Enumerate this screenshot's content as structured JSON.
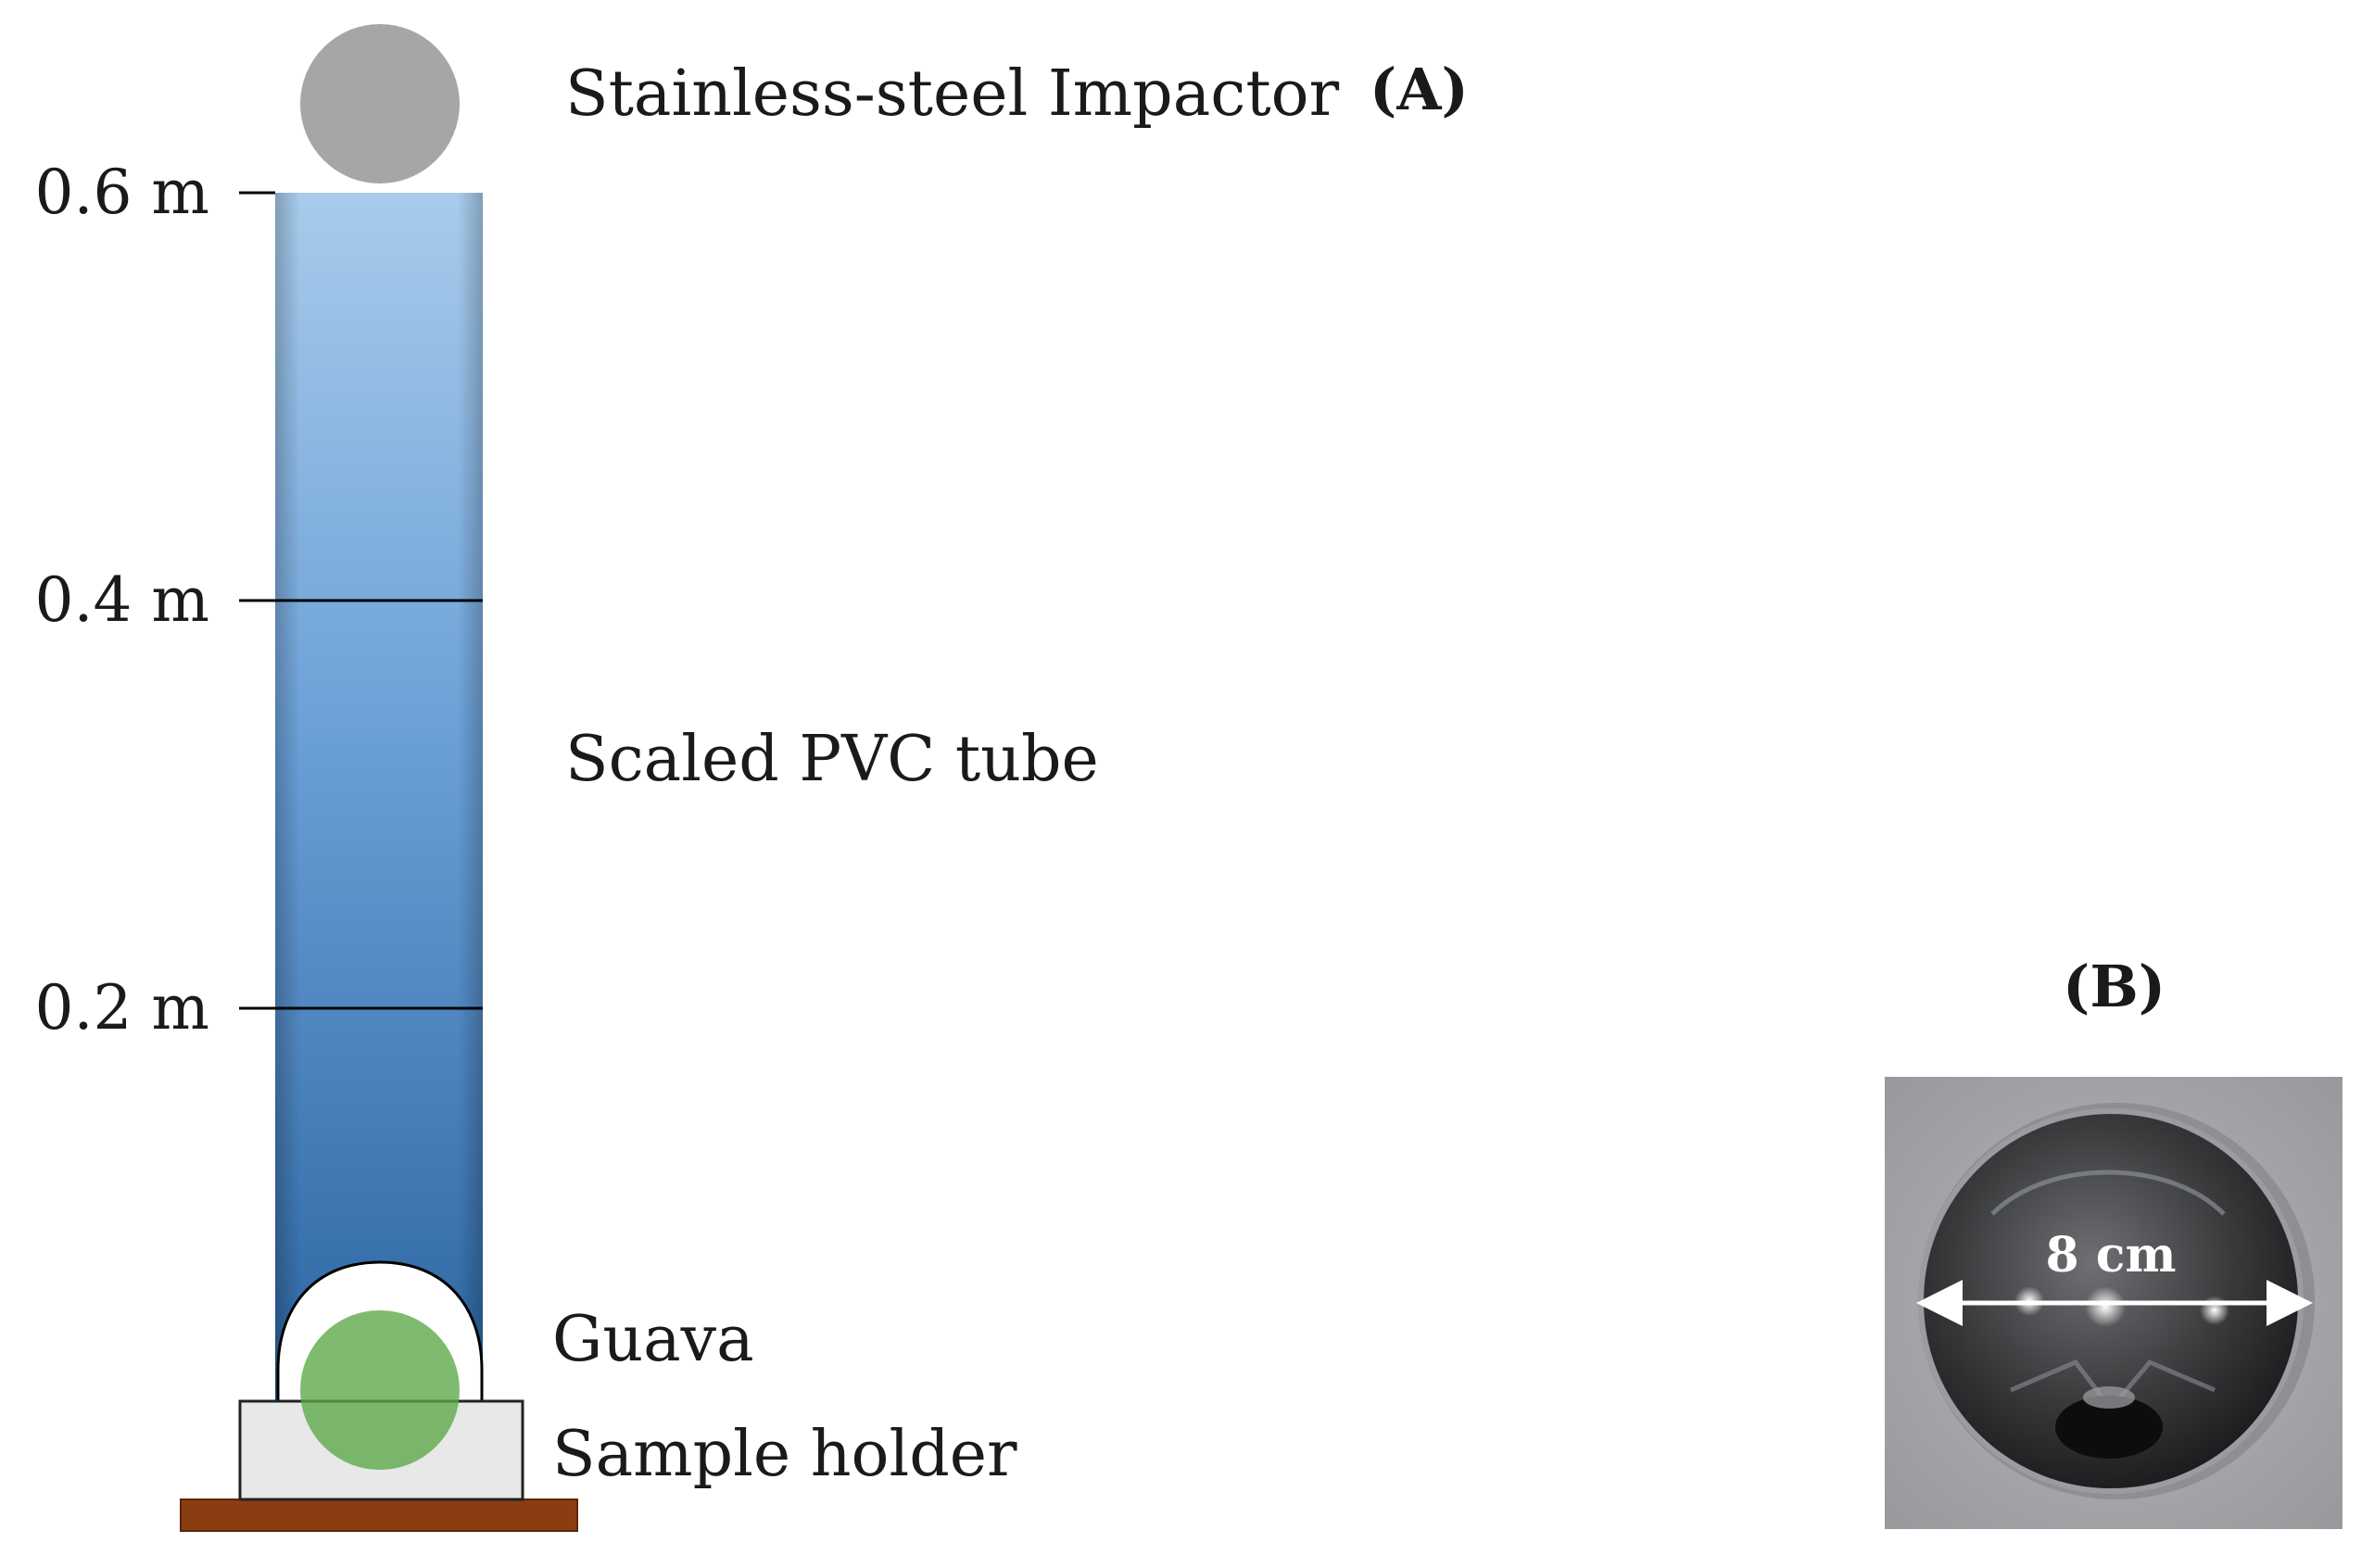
{
  "panels": {
    "a_label": "(A)",
    "b_label": "(B)"
  },
  "scale": {
    "marks": [
      {
        "value": 0.6,
        "label": "0.6 m"
      },
      {
        "value": 0.4,
        "label": "0.4 m"
      },
      {
        "value": 0.2,
        "label": "0.2 m"
      }
    ]
  },
  "parts": {
    "impactor": "Stainless-steel Impactor",
    "tube": "Scaled PVC tube",
    "fruit": "Guava",
    "holder": "Sample holder"
  },
  "photo": {
    "dimension": "8 cm"
  },
  "colors": {
    "tube_top": "#9dc3e6",
    "tube_bottom": "#2e6aa5",
    "impactor": "#a6a6a6",
    "guava": "#5aa845",
    "holder": "#e8e8e8",
    "base": "#8b3d12",
    "photo_bg": "#a9abae"
  }
}
